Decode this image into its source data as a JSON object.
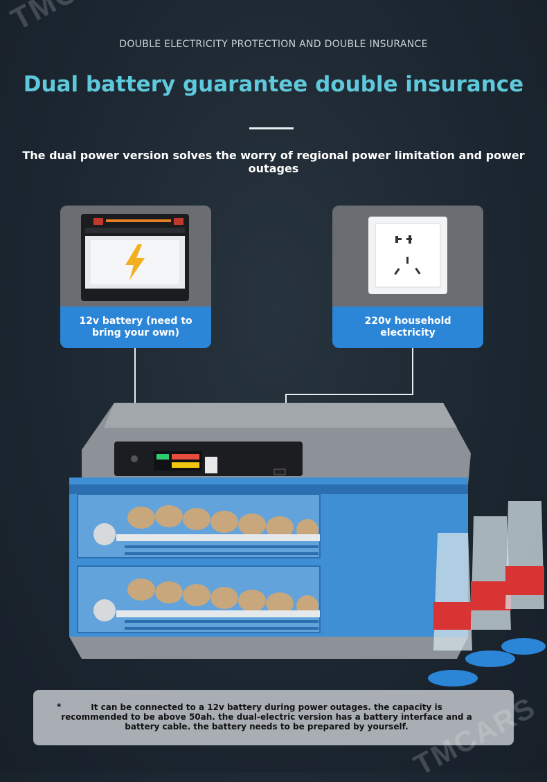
{
  "watermark": {
    "top_text": "TMCA",
    "bottom_text": "TMCARS"
  },
  "header": {
    "kicker": "DOUBLE ELECTRICITY PROTECTION AND DOUBLE INSURANCE",
    "headline": "Dual battery guarantee double insurance",
    "subheadline": "The dual power version solves the worry of regional power limitation and power outages"
  },
  "cards": {
    "battery": {
      "label": "12v battery (need to bring your own)",
      "icon": "battery-icon"
    },
    "household": {
      "label": "220v household electricity",
      "icon": "power-outlet-icon"
    }
  },
  "footnote": {
    "marker": "*",
    "text": "It can be connected to a 12v battery during power outages. the capacity is recommended to be above 50ah. the dual-electric version has a battery interface and a battery cable. the battery needs to be prepared by yourself."
  },
  "colors": {
    "headline": "#5fc9dc",
    "label_blue": "#2c86d8",
    "incubator_blue": "#3f8fd4",
    "background": "#1c2630"
  }
}
